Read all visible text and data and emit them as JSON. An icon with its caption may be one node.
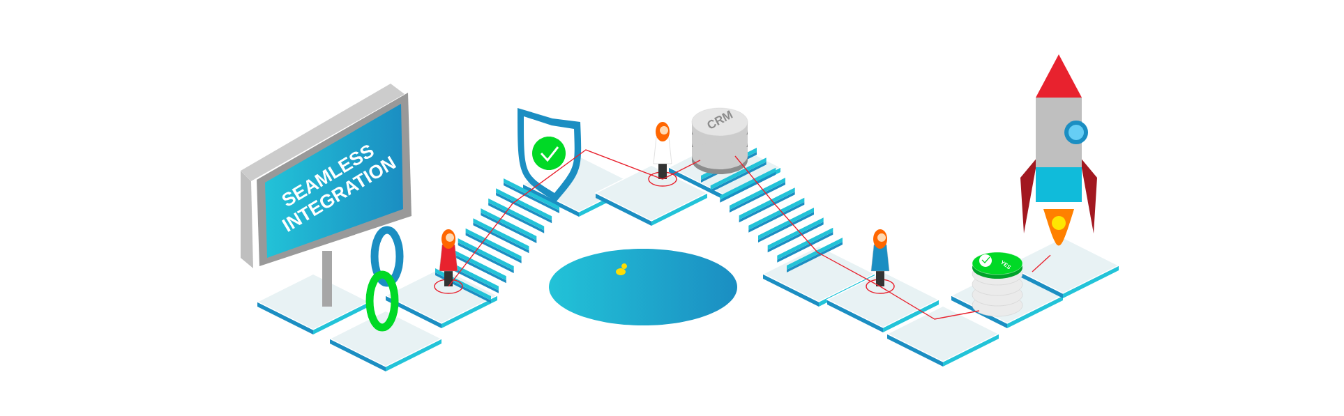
{
  "diagram": {
    "nodes": [
      {
        "text": [
          "SEAMLESS INTEGRATION"
        ]
      },
      {
        "text": [],
        "shape": "person"
      },
      {
        "text": [],
        "shape": "person"
      },
      {
        "text": [
          "CRM"
        ]
      },
      {
        "text": [],
        "shape": "person"
      },
      {
        "text": [
          "YES"
        ]
      },
      {
        "text": [],
        "shape": "picture"
      }
    ],
    "edges": [
      {
        "from": 1,
        "to": 2,
        "arrow": "none"
      },
      {
        "from": 2,
        "to": 3,
        "arrow": "none"
      },
      {
        "from": 3,
        "to": 4,
        "arrow": "none"
      },
      {
        "from": 4,
        "to": 5,
        "arrow": "none"
      },
      {
        "from": 5,
        "to": 6,
        "arrow": "none"
      }
    ]
  }
}
